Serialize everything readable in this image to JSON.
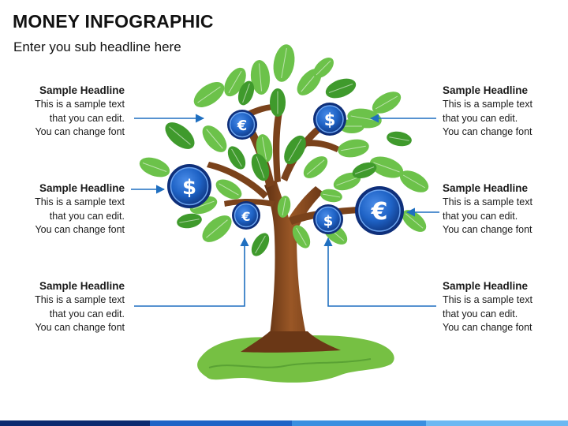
{
  "title": "MONEY INFOGRAPHIC",
  "subtitle": "Enter you sub headline here",
  "callouts": [
    {
      "heading": "Sample Headline",
      "line1": "This is a sample text",
      "line2": "that you can edit.",
      "line3": "You can change font"
    },
    {
      "heading": "Sample Headline",
      "line1": "This is a sample text",
      "line2": "that you can edit.",
      "line3": "You can change font"
    },
    {
      "heading": "Sample Headline",
      "line1": "This is a sample text",
      "line2": "that you can edit.",
      "line3": "You can change font"
    },
    {
      "heading": "Sample Headline",
      "line1": "This is a sample text",
      "line2": "that you can edit.",
      "line3": "You can change font"
    },
    {
      "heading": "Sample Headline",
      "line1": "This is a sample text",
      "line2": "that you can edit.",
      "line3": "You can change font"
    },
    {
      "heading": "Sample Headline",
      "line1": "This is a sample text",
      "line2": "that you can edit.",
      "line3": "You can change font"
    }
  ],
  "coins": {
    "dollar": "$",
    "euro": "€"
  },
  "colors": {
    "leaf_light": "#6cc24a",
    "leaf_dark": "#3f9a2c",
    "trunk": "#8a4a1f",
    "trunk_dark": "#5e3012",
    "grass": "#76c043",
    "coin_blue": "#1f63c6",
    "coin_rim": "#0e2f7a",
    "connector": "#1f6fc0"
  }
}
